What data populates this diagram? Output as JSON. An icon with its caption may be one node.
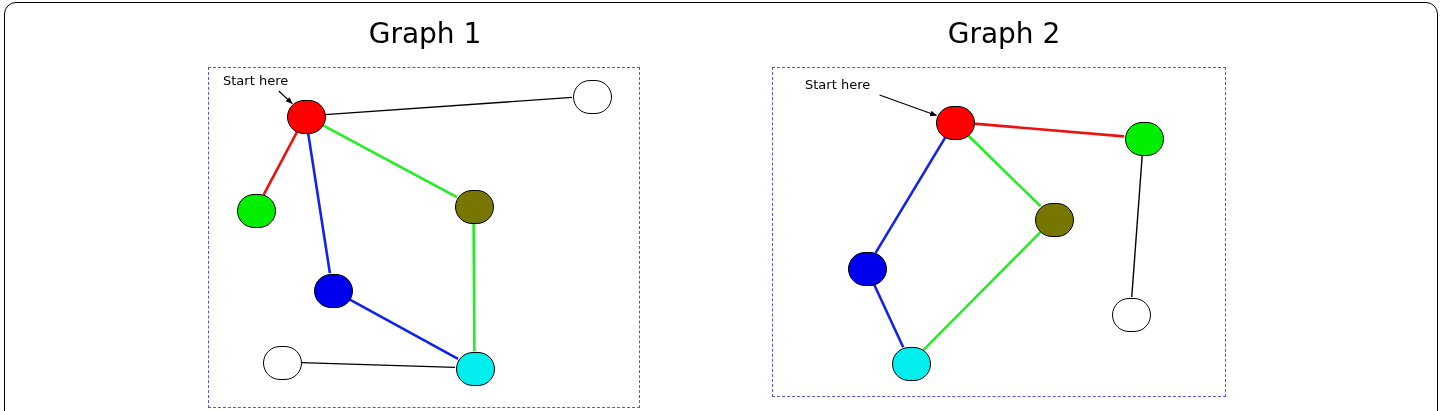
{
  "diagram": {
    "nodes": [
      {
        "text": [],
        "shape": "box"
      },
      {
        "text": [
          "Start here"
        ],
        "in": 0
      },
      {
        "text": [],
        "shape": "circle",
        "in": 0
      },
      {
        "text": [],
        "shape": "circle",
        "in": 0
      },
      {
        "text": [],
        "shape": "circle",
        "in": 0
      },
      {
        "text": [],
        "shape": "circle",
        "in": 0
      },
      {
        "text": [],
        "shape": "circle",
        "in": 0
      },
      {
        "text": [],
        "shape": "circle",
        "in": 0
      },
      {
        "text": [],
        "shape": "circle",
        "in": 0
      },
      {
        "text": [],
        "shape": "box"
      },
      {
        "text": [
          "Start here"
        ],
        "in": 9
      },
      {
        "text": [],
        "shape": "circle",
        "in": 9
      },
      {
        "text": [],
        "shape": "circle",
        "in": 9
      },
      {
        "text": [],
        "shape": "circle",
        "in": 9
      },
      {
        "text": [],
        "shape": "circle",
        "in": 9
      },
      {
        "text": [],
        "shape": "circle",
        "in": 9
      },
      {
        "text": [],
        "shape": "circle",
        "in": 9
      }
    ],
    "edges": [
      {
        "from": 1,
        "to": 2,
        "arrow": "to",
        "color": "#000000"
      },
      {
        "from": 2,
        "to": 3,
        "arrow": "none",
        "color": "#000000"
      },
      {
        "from": 2,
        "to": 4,
        "arrow": "none",
        "color": "#ee1111"
      },
      {
        "from": 2,
        "to": 6,
        "arrow": "none",
        "color": "#1122ee"
      },
      {
        "from": 2,
        "to": 5,
        "arrow": "none",
        "color": "#22ee22"
      },
      {
        "from": 5,
        "to": 8,
        "arrow": "none",
        "color": "#22ee22"
      },
      {
        "from": 6,
        "to": 8,
        "arrow": "none",
        "color": "#1122ee"
      },
      {
        "from": 7,
        "to": 8,
        "arrow": "none",
        "color": "#000000"
      },
      {
        "from": 10,
        "to": 11,
        "arrow": "to",
        "color": "#000000"
      },
      {
        "from": 11,
        "to": 12,
        "arrow": "none",
        "color": "#ee1111"
      },
      {
        "from": 11,
        "to": 14,
        "arrow": "none",
        "color": "#1122ee"
      },
      {
        "from": 11,
        "to": 13,
        "arrow": "none",
        "color": "#22ee22"
      },
      {
        "from": 12,
        "to": 15,
        "arrow": "none",
        "color": "#000000"
      },
      {
        "from": 13,
        "to": 16,
        "arrow": "none",
        "color": "#22ee22"
      },
      {
        "from": 14,
        "to": 16,
        "arrow": "none",
        "color": "#1122ee"
      }
    ],
    "labels": [
      "Graph 1",
      "Graph 2"
    ]
  }
}
